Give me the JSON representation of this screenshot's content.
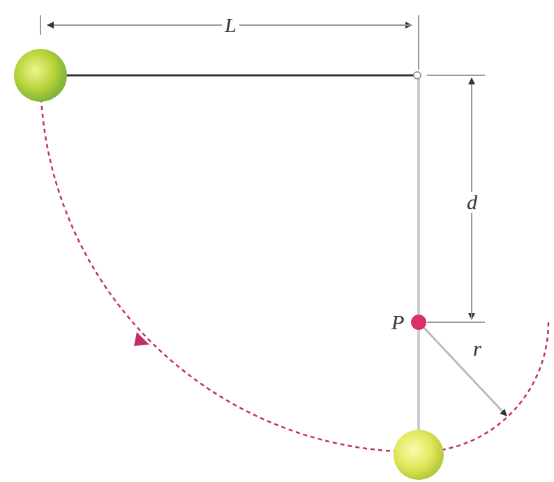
{
  "diagram": {
    "labels": [
      "L",
      "d",
      "P",
      "r"
    ]
  }
}
